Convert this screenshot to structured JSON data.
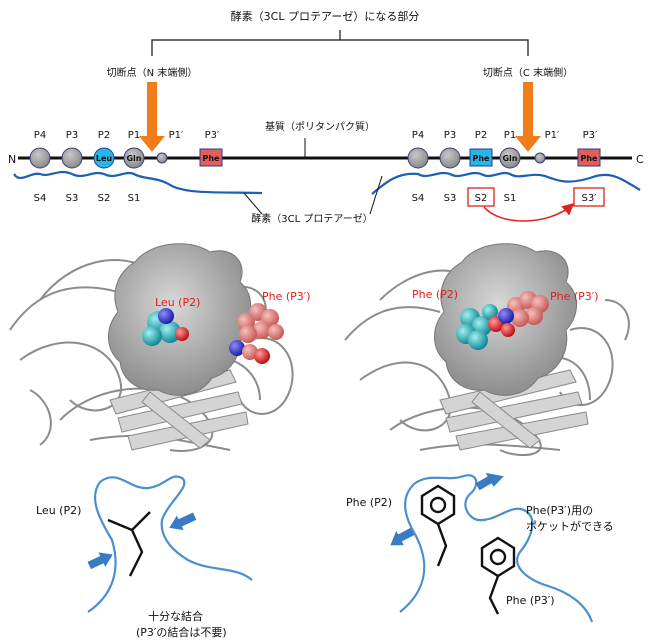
{
  "top_title": "酵素（3CL プロテアーゼ）になる部分",
  "cut_n": "切断点（N 末端側）",
  "cut_c": "切断点（C 末端側）",
  "substrate": "基質（ポリタンパク質）",
  "enzyme": "酵素（3CL プロテアーゼ）",
  "n_term": "N",
  "c_term": "C",
  "p_labels": [
    "P4",
    "P3",
    "P2",
    "P1",
    "P1′",
    "P3′"
  ],
  "s_labels": [
    "S4",
    "S3",
    "S2",
    "S1"
  ],
  "s3_label": "S3′",
  "res_leu": "Leu",
  "res_gln": "Gln",
  "res_phe": "Phe",
  "mol_left_p2": "Leu (P2)",
  "mol_left_p3": "Phe (P3′)",
  "mol_right_p2": "Phe (P2)",
  "mol_right_p3": "Phe (P3′)",
  "sch_left_leu": "Leu (P2)",
  "sch_left_caption1": "十分な結合",
  "sch_left_caption2": "(P3′の結合は不要)",
  "sch_right_phe2": "Phe (P2)",
  "sch_right_phe3": "Phe (P3′)",
  "sch_right_note1": "Phe(P3′)用の",
  "sch_right_note2": "ポケットができる",
  "colors": {
    "arrow": "#f07c1a",
    "chain_blue": "#1d5fb3",
    "leu_cyan": "#29b5e6",
    "phe_red": "#e45c5c",
    "gray_res": "#9a9a9a",
    "label_red": "#e0201a",
    "pocket_line": "#4a8fd0",
    "block_arrow": "#3a7cc4"
  }
}
